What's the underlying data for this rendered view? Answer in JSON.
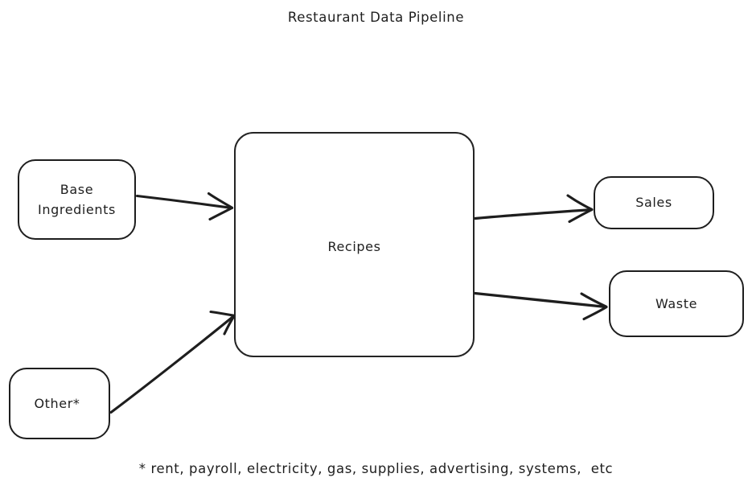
{
  "page": {
    "title": "Restaurant Data Pipeline",
    "background_color": "#ffffff",
    "ink_color": "#1e1e1e",
    "style": "hand-drawn"
  },
  "diagram": {
    "title": "Restaurant Data Pipeline",
    "footnote": "* rent, payroll, electricity, gas, supplies, advertising, systems,  etc",
    "nodes": [
      {
        "id": "base-ingredients",
        "label": "Base\nIngredients"
      },
      {
        "id": "other",
        "label": "Other*"
      },
      {
        "id": "recipes",
        "label": "Recipes"
      },
      {
        "id": "sales",
        "label": "Sales"
      },
      {
        "id": "waste",
        "label": "Waste"
      }
    ],
    "edges": [
      {
        "id": "base-ingredients-to-recipes",
        "from": "Base Ingredients",
        "to": "Recipes",
        "label": ""
      },
      {
        "id": "other-to-recipes",
        "from": "Other*",
        "to": "Recipes",
        "label": ""
      },
      {
        "id": "recipes-to-sales",
        "from": "Recipes",
        "to": "Sales",
        "label": ""
      },
      {
        "id": "recipes-to-waste",
        "from": "Recipes",
        "to": "Waste",
        "label": ""
      }
    ]
  }
}
